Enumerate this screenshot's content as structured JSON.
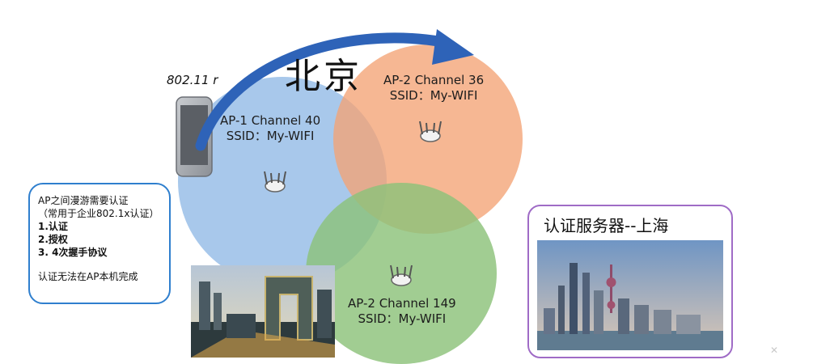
{
  "title": "北京",
  "standard_label": "802.11 r",
  "aps": [
    {
      "line1": "AP-1  Channel 40",
      "line2": "SSID：My-WIFI"
    },
    {
      "line1": "AP-2  Channel 36",
      "line2": "SSID：My-WIFI"
    },
    {
      "line1": "AP-2  Channel 149",
      "line2": "SSID：My-WIFI"
    }
  ],
  "info_box": {
    "line1": "AP之间漫游需要认证",
    "line2": "（常用于企业802.1x认证）",
    "step1": "1.认证",
    "step2": "2.授权",
    "step3": "3. 4次握手协议",
    "note": "认证无法在AP本机完成"
  },
  "server_box": {
    "title": "认证服务器--上海"
  },
  "colors": {
    "blue": "#8fb8e6",
    "orange": "#f4a374",
    "green": "#8cc27a",
    "arrow": "#2e63b8"
  }
}
